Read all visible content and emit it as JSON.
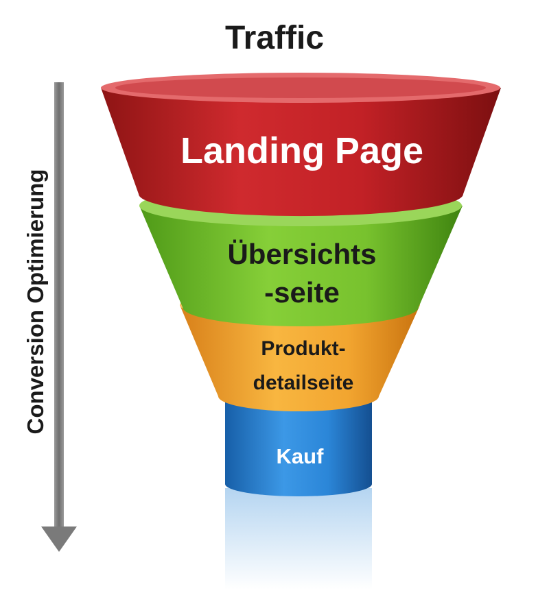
{
  "title": "Traffic",
  "side_label": "Conversion Optimierung",
  "stages": [
    {
      "id": "landing",
      "lines": [
        "Landing Page"
      ],
      "color": "#c8262b",
      "text_color": "#ffffff"
    },
    {
      "id": "uebersicht",
      "lines": [
        "Übersichts",
        "-seite"
      ],
      "color": "#72c02c",
      "text_color": "#1a1a1a"
    },
    {
      "id": "produkt",
      "lines": [
        "Produkt-",
        "detailseite"
      ],
      "color": "#f3a42e",
      "text_color": "#1a1a1a"
    },
    {
      "id": "kauf",
      "lines": [
        "Kauf"
      ],
      "color": "#2a86d6",
      "text_color": "#ffffff"
    }
  ],
  "colors": {
    "arrow": "#8a8a8a"
  }
}
